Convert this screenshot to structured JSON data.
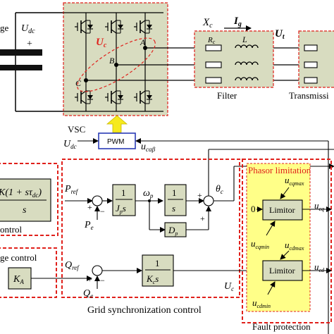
{
  "power_stage": {
    "dc_source_label": "ge",
    "udc_label": "U",
    "udc_sub": "dc",
    "dc_plus": "+",
    "dc_minus": "−",
    "vsc_label": "VSC",
    "uc_label": "U",
    "uc_sub": "c",
    "node_a": "A",
    "node_b": "B",
    "node_c": "C",
    "xc_label": "X",
    "xc_sub": "c",
    "rc_label": "R",
    "rc_sub": "c",
    "l_label": "L",
    "ig_label": "I",
    "ig_sub": "g",
    "ut_label": "U",
    "ut_sub": "t",
    "filter_label": "Filter",
    "transmission_label": "Transmissi"
  },
  "pwm": {
    "label": "PWM",
    "udc_in": "U",
    "udc_in_sub": "dc",
    "ucab_in": "u",
    "ucab_in_sub": "cαβ"
  },
  "dc_control": {
    "block_num": "K(1 + sτ",
    "block_num_sub": "dc",
    "block_den": "s",
    "title": "ontrol"
  },
  "voltage_control": {
    "title": "ge control",
    "ka_label": "K",
    "ka_sub": "A"
  },
  "grid_sync": {
    "pref": "P",
    "pref_sub": "ref",
    "pe": "P",
    "pe_sub": "e",
    "jp_num": "1",
    "jp_den": "J",
    "jp_den_sub": "p",
    "jp_den_s": "s",
    "omega": "ω",
    "omega_sub": "p",
    "int_num": "1",
    "int_den": "s",
    "dp": "D",
    "dp_sub": "p",
    "theta": "θ",
    "theta_sub": "c",
    "qref": "Q",
    "qref_sub": "ref",
    "qe": "Q",
    "qe_sub": "e",
    "kc_num": "1",
    "kc_den": "K",
    "kc_den_sub": "c",
    "kc_den_s": "s",
    "uc_out": "U",
    "uc_out_sub": "c",
    "plus": "+",
    "minus": "−",
    "title": "Grid synchronization control"
  },
  "fault_protection": {
    "phasor_title": "Phasor limitation",
    "limitor1": "Limitor",
    "limitor2": "Limitor",
    "ucqmax": "u",
    "ucqmax_sub": "cqmax",
    "ucqmin": "u",
    "ucqmin_sub": "cqmin",
    "ucdmax": "u",
    "ucdmax_sub": "cdmax",
    "ucdmin": "u",
    "ucdmin_sub": "cdmin",
    "zero": "0",
    "ucq": "u",
    "ucq_sub": "cq",
    "ucd": "u",
    "ucd_sub": "cd",
    "title": "Fault protection"
  },
  "colors": {
    "red_dash": "#e0201b",
    "vsc_fill": "#d8dcc0",
    "phasor_fill": "#ffff88",
    "pwm_border": "#2a3bb5",
    "arrow_yellow": "#f6ea1e"
  }
}
